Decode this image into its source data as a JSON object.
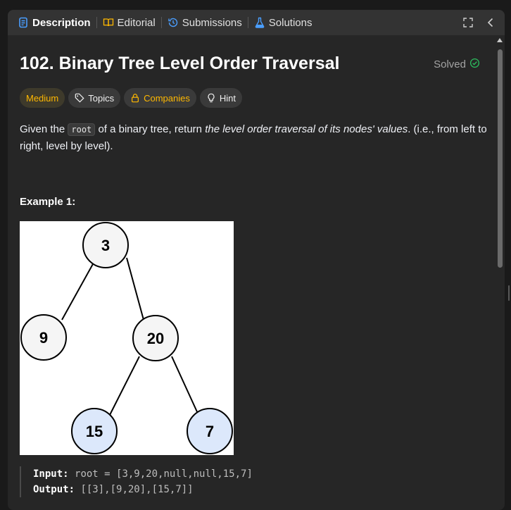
{
  "tabs": [
    {
      "label": "Description",
      "icon": "description-icon"
    },
    {
      "label": "Editorial",
      "icon": "book-icon"
    },
    {
      "label": "Submissions",
      "icon": "history-icon"
    },
    {
      "label": "Solutions",
      "icon": "flask-icon"
    }
  ],
  "problem": {
    "title": "102. Binary Tree Level Order Traversal",
    "status": "Solved"
  },
  "chips": {
    "difficulty": "Medium",
    "topics": "Topics",
    "companies": "Companies",
    "hint": "Hint"
  },
  "description": {
    "part1": "Given the ",
    "code": "root",
    "part2": " of a binary tree, return ",
    "emph": "the level order traversal of its nodes' values",
    "part3": ". (i.e., from left to right, level by level)."
  },
  "example": {
    "heading": "Example 1:",
    "tree_nodes": [
      "3",
      "9",
      "20",
      "15",
      "7"
    ],
    "input_label": "Input:",
    "input_value": "root = [3,9,20,null,null,15,7]",
    "output_label": "Output:",
    "output_value": "[[3],[9,20],[15,7]]"
  },
  "colors": {
    "accent": "#ffb800",
    "solved": "#2cbb5d",
    "node_highlight": "#dce8fb"
  }
}
